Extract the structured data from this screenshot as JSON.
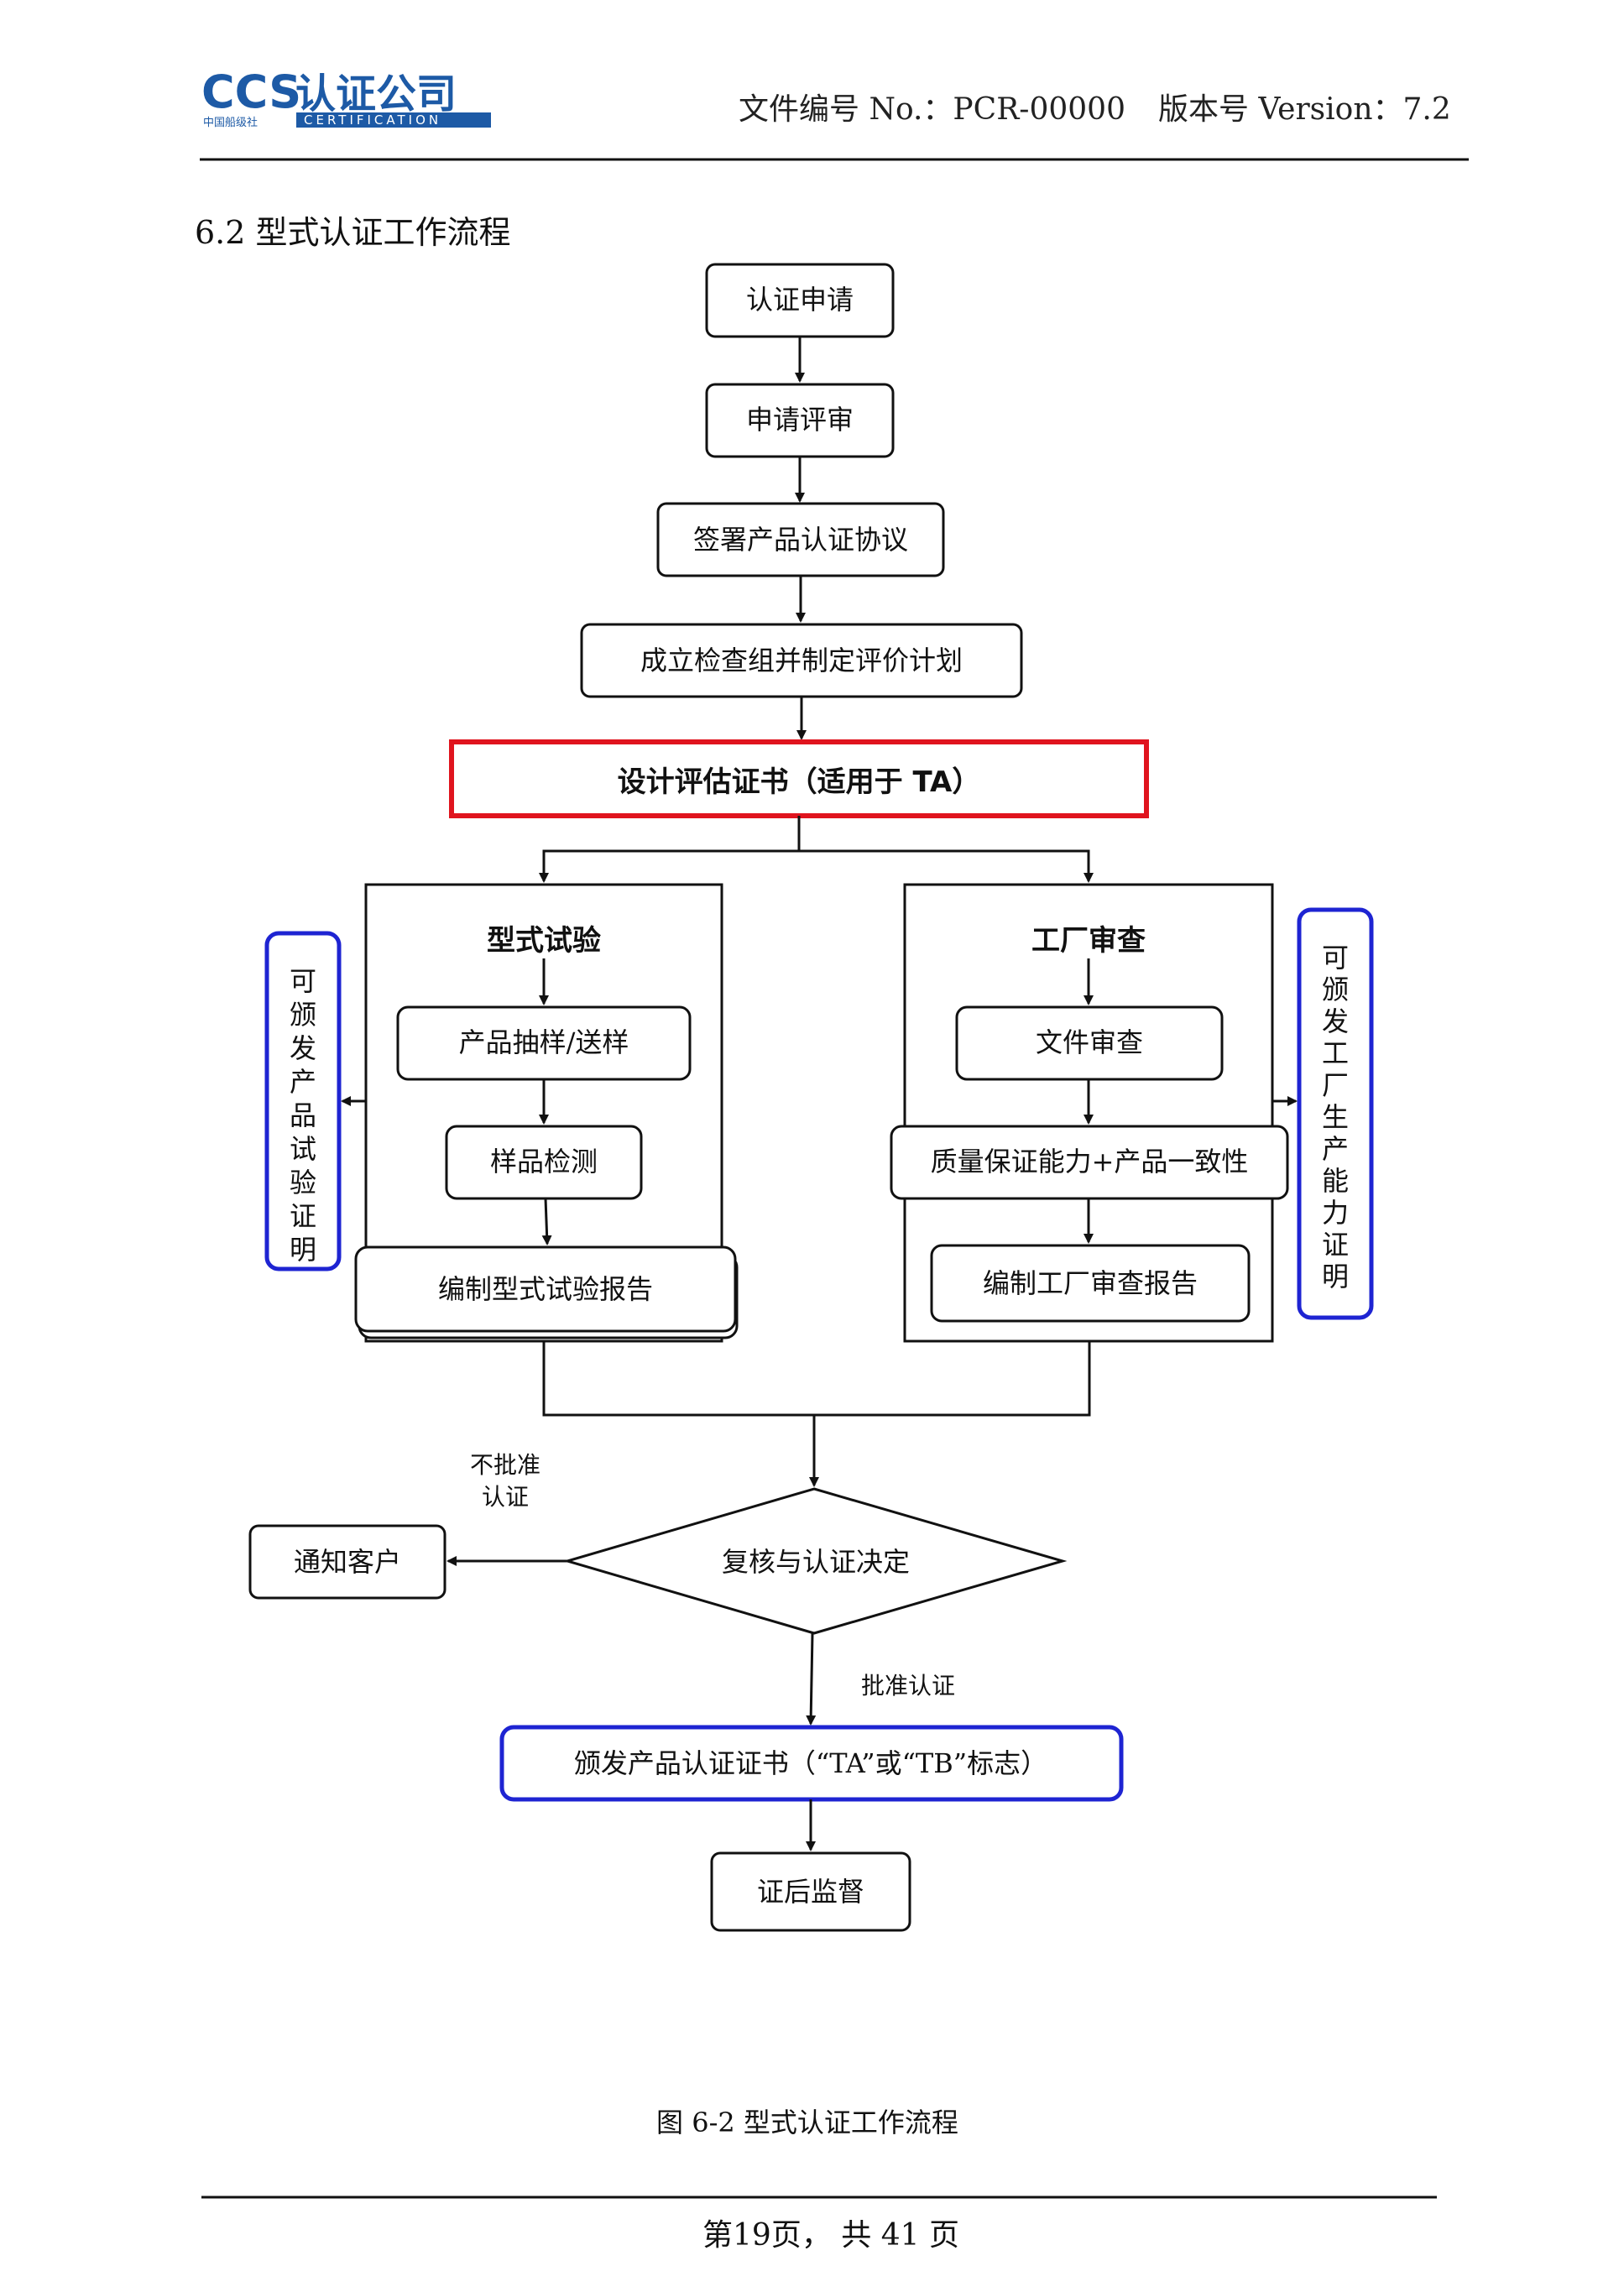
{
  "header": {
    "logo_main": "CCS",
    "logo_cn": "认证公司",
    "logo_sub_cn": "中国船级社",
    "logo_sub_en": "CERTIFICATION",
    "doc_number": "文件编号 No.：PCR-00000",
    "version": "版本号 Version：7.2"
  },
  "section_title": "6.2 型式认证工作流程",
  "flow": {
    "apply": "认证申请",
    "review_application": "申请评审",
    "sign_agreement": "签署产品认证协议",
    "form_team": "成立检查组并制定评价计划",
    "design_cert": "设计评估证书（适用于 TA）",
    "type_test": {
      "title": "型式试验",
      "sampling": "产品抽样/送样",
      "testing": "样品检测",
      "report": "编制型式试验报告"
    },
    "factory_audit": {
      "title": "工厂审查",
      "doc_review": "文件审查",
      "quality": "质量保证能力+产品一致性",
      "report": "编制工厂审查报告"
    },
    "left_side_note": "可颁发产品试验证明",
    "right_side_note": "可颁发工厂生产能力证明",
    "reject_label_1": "不批准",
    "reject_label_2": "认证",
    "notify_client": "通知客户",
    "decision": "复核与认证决定",
    "approve_label": "批准认证",
    "issue_cert": "颁发产品认证证书（“TA”或“TB”标志）",
    "surveillance": "证后监督"
  },
  "caption": "图 6-2  型式认证工作流程",
  "footer": "第19页，  共 41 页",
  "colors": {
    "red_box": "#e0141e",
    "blue_box": "#1e24d2",
    "logo_blue": "#1d5aa6"
  }
}
